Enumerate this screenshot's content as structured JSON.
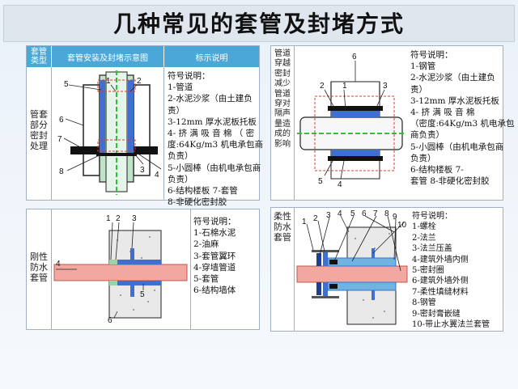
{
  "title": "几种常见的套管及封堵方式",
  "panel1": {
    "headers": [
      "套管类型",
      "套管安装及封堵示意图",
      "标示说明"
    ],
    "type_label": "管套部分密封处理",
    "legend": [
      "符号说明：",
      "1-管道",
      "2-水泥沙浆（由土建负",
      "责）",
      "3-12mm 厚水泥板托板",
      "4- 挤 满 吸 音 棉 （ 密",
      "度:64Kg/m3 机电承包商",
      "负责）",
      "5-小圆棒（由机电承包商",
      "负责）",
      "6-结构楼板  7-套管",
      "8-非硬化密封胶"
    ],
    "callouts": [
      "5",
      "1",
      "2",
      "6",
      "7",
      "8",
      "3",
      "4"
    ]
  },
  "panel2": {
    "type_label": "管道穿越密封减少管道穿对隔声量造成的影响",
    "legend": [
      "符号说明：",
      "1-钢管",
      "2-水泥沙浆（由土建负",
      "责）",
      "3-12mm 厚水泥板托板",
      "4- 挤 满 吸 音 棉",
      "（密度:64Kg/m3 机电承包",
      "商负责）",
      "5-小圆棒（由机电承包商",
      "负责）",
      "6-结构楼板 7-",
      "套管 8-非硬化密封胶"
    ],
    "callouts": [
      "6",
      "2",
      "1",
      "3",
      "5",
      "4"
    ]
  },
  "panel3": {
    "type_label": "刚性防水套管",
    "legend": [
      "符号说明：",
      "1-石棉水泥",
      "2-油麻",
      "3-套管翼环",
      "4-穿墙管道",
      "5-套管",
      "6-结构墙体"
    ],
    "callouts": [
      "2",
      "3",
      "1",
      "4",
      "5",
      "6"
    ]
  },
  "panel4": {
    "type_label": "柔性防水套管",
    "legend": [
      "符号说明：",
      "1-螺栓",
      "2-法兰",
      "3-法兰压盖",
      "4-建筑外墙内侧",
      "5-密封圈",
      "6-建筑外墙外侧",
      "7-柔性填缝材料",
      "8-钢管",
      "9-密封膏嵌缝",
      "10-带止水翼法兰套管"
    ],
    "callouts": [
      "1",
      "2",
      "3",
      "4",
      "5",
      "6",
      "7",
      "8",
      "9",
      "10"
    ]
  },
  "colors": {
    "header_blue": "#4aa7d8",
    "pipe_fill": "#f2a8a0",
    "sleeve_blue": "#3f6fd1",
    "concrete": "#e9e9e9",
    "dash_red": "#e23b2e",
    "centerline_green": "#2fbf3a"
  }
}
